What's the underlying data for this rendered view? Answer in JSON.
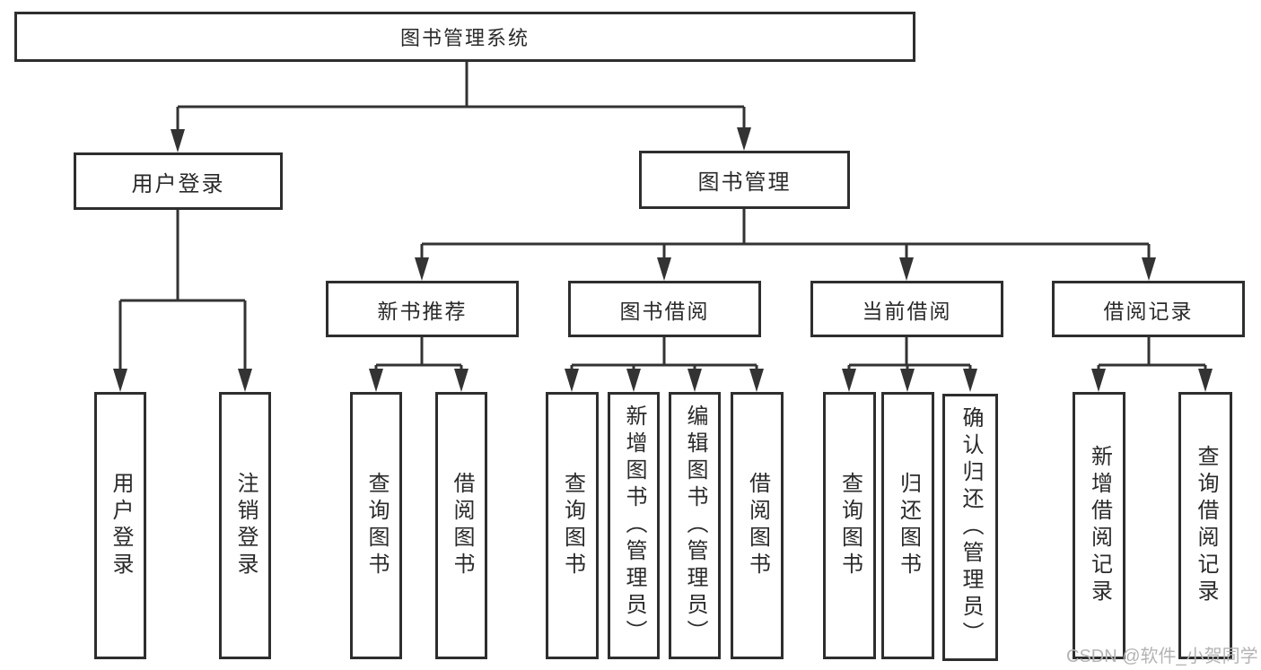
{
  "diagram": {
    "title": "图书管理系统",
    "root": {
      "label": "图书管理系统"
    },
    "branches": [
      {
        "label": "用户登录",
        "children": [
          {
            "label": "用户登录"
          },
          {
            "label": "注销登录"
          }
        ]
      },
      {
        "label": "图书管理",
        "children": [
          {
            "label": "新书推荐",
            "children": [
              {
                "label": "查询图书"
              },
              {
                "label": "借阅图书"
              }
            ]
          },
          {
            "label": "图书借阅",
            "children": [
              {
                "label": "查询图书"
              },
              {
                "label": "新增图书（管理员）"
              },
              {
                "label": "编辑图书（管理员）"
              },
              {
                "label": "借阅图书"
              }
            ]
          },
          {
            "label": "当前借阅",
            "children": [
              {
                "label": "查询图书"
              },
              {
                "label": "归还图书"
              },
              {
                "label": "确认归还（管理员）"
              }
            ]
          },
          {
            "label": "借阅记录",
            "children": [
              {
                "label": "新增借阅记录"
              },
              {
                "label": "查询借阅记录"
              }
            ]
          }
        ]
      }
    ]
  },
  "watermark": {
    "text": "CSDN @软件_小贺同学"
  },
  "colors": {
    "line": "#333333",
    "box_border": "#2e2e2e",
    "text": "#2a2a2a",
    "watermark": "#b4b4b4",
    "background": "#ffffff"
  }
}
